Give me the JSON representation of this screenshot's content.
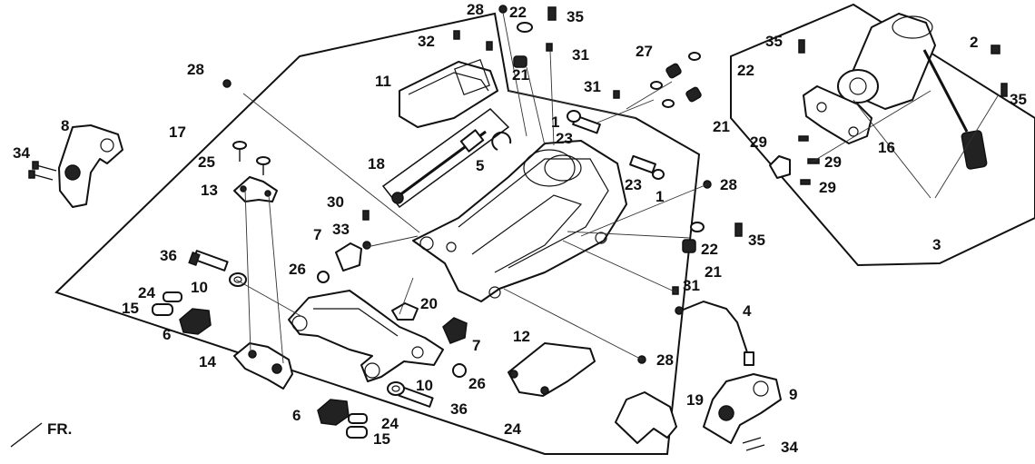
{
  "diagram": {
    "direction_label": "FR.",
    "callouts": {
      "p1a": "1",
      "p1b": "1",
      "p2": "2",
      "p3": "3",
      "p4": "4",
      "p5": "5",
      "p6a": "6",
      "p6b": "6",
      "p7a": "7",
      "p7b": "7",
      "p8": "8",
      "p9": "9",
      "p10a": "10",
      "p10b": "10",
      "p11": "11",
      "p12": "12",
      "p13": "13",
      "p14": "14",
      "p15a": "15",
      "p15b": "15",
      "p16": "16",
      "p17": "17",
      "p18": "18",
      "p19": "19",
      "p20": "20",
      "p21a": "21",
      "p21b": "21",
      "p21c": "21",
      "p22a": "22",
      "p22b": "22",
      "p22c": "22",
      "p23a": "23",
      "p23b": "23",
      "p24a": "24",
      "p24b": "24",
      "p24c": "24",
      "p25": "25",
      "p26a": "26",
      "p26b": "26",
      "p27": "27",
      "p28a": "28",
      "p28b": "28",
      "p28c": "28",
      "p28d": "28",
      "p29a": "29",
      "p29b": "29",
      "p29c": "29",
      "p30": "30",
      "p31a": "31",
      "p31b": "31",
      "p31c": "31",
      "p32": "32",
      "p33": "33",
      "p34a": "34",
      "p34b": "34",
      "p35a": "35",
      "p35b": "35",
      "p35c": "35",
      "p35d": "35",
      "p36a": "36",
      "p36b": "36"
    }
  }
}
